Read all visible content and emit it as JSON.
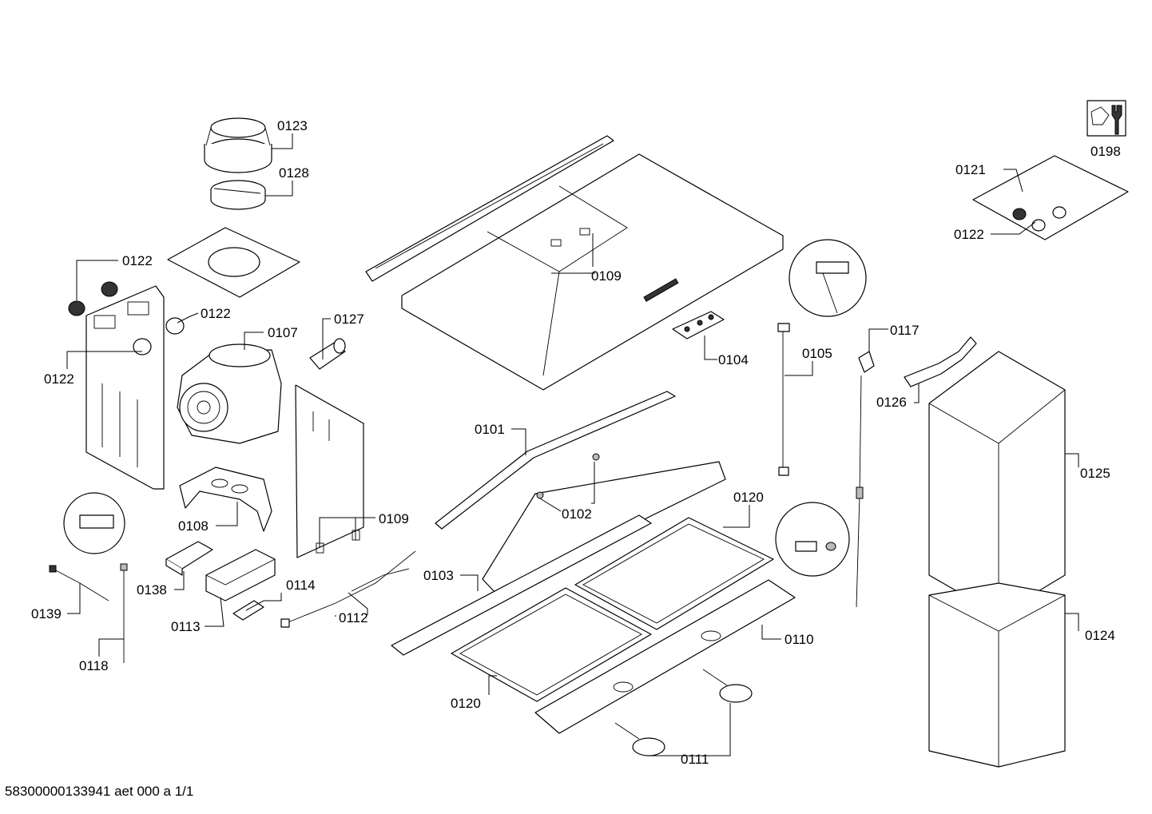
{
  "labels": {
    "l0123": "0123",
    "l0128": "0128",
    "l0122a": "0122",
    "l0122b": "0122",
    "l0122c": "0122",
    "l0107": "0107",
    "l0127": "0127",
    "l0108": "0108",
    "l0109a": "0109",
    "l0109b": "0109",
    "l0104": "0104",
    "l0105": "0105",
    "l0117": "0117",
    "l0101": "0101",
    "l0102": "0102",
    "l0120a": "0120",
    "l0120b": "0120",
    "l0103": "0103",
    "l0110": "0110",
    "l0111": "0111",
    "l0112": "0112",
    "l0113": "0113",
    "l0114": "0114",
    "l0138": "0138",
    "l0139": "0139",
    "l0118": "0118",
    "l0121": "0121",
    "l0122d": "0122",
    "l0198": "0198",
    "l0126": "0126",
    "l0125": "0125",
    "l0124": "0124"
  },
  "footer": {
    "document_id": "58300000133941 aet 000 a 1/1"
  },
  "icons": {
    "tool": "wrench-icon"
  }
}
